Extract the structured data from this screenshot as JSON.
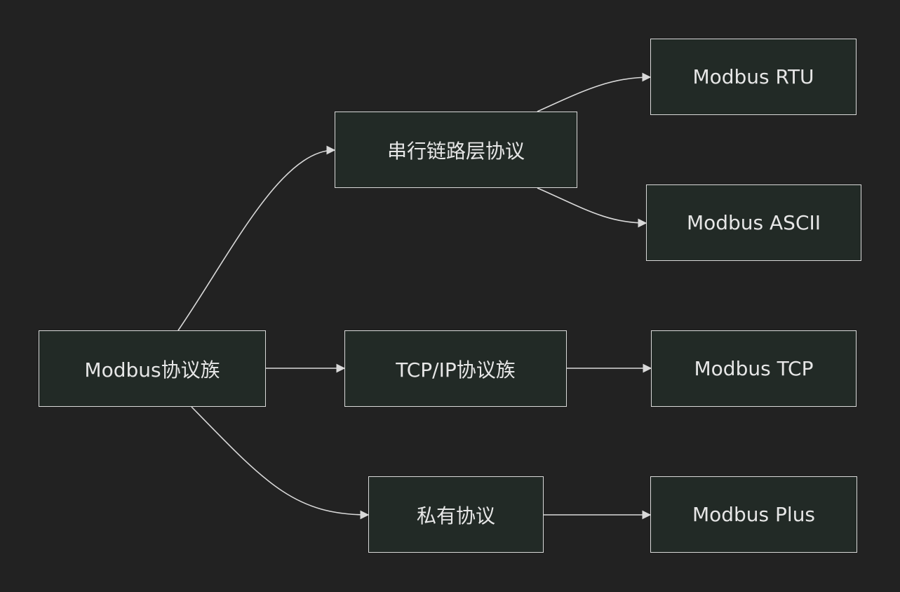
{
  "diagram": {
    "nodes": {
      "root": "Modbus协议族",
      "serial": "串行链路层协议",
      "tcpip": "TCP/IP协议族",
      "private": "私有协议",
      "rtu": "Modbus RTU",
      "ascii": "Modbus ASCII",
      "tcp": "Modbus TCP",
      "plus": "Modbus Plus"
    },
    "edges": [
      {
        "from": "root",
        "to": "serial"
      },
      {
        "from": "root",
        "to": "tcpip"
      },
      {
        "from": "root",
        "to": "private"
      },
      {
        "from": "serial",
        "to": "rtu"
      },
      {
        "from": "serial",
        "to": "ascii"
      },
      {
        "from": "tcpip",
        "to": "tcp"
      },
      {
        "from": "private",
        "to": "plus"
      }
    ],
    "colors": {
      "background": "#222222",
      "node_fill": "#222a26",
      "node_border": "#d9d9d9",
      "edge": "#d9d9d9",
      "text": "#e6e6e6"
    }
  }
}
